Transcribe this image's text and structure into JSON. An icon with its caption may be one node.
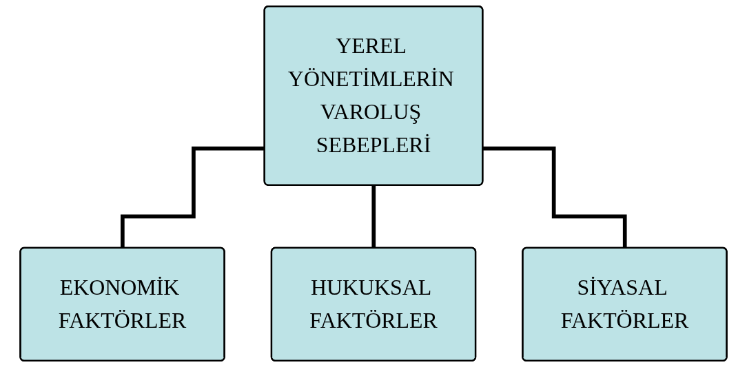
{
  "diagram": {
    "nodes": [
      {
        "text": [
          "YEREL YÖNETİMLERİN VAROLUŞ SEBEPLERİ"
        ]
      },
      {
        "text": [
          "EKONOMİK FAKTÖRLER"
        ]
      },
      {
        "text": [
          "HUKUKSAL FAKTÖRLER"
        ]
      },
      {
        "text": [
          "SİYASAL FAKTÖRLER"
        ]
      }
    ],
    "edges": [
      {
        "from": 0,
        "to": 1,
        "arrow": "none"
      },
      {
        "from": 0,
        "to": 2,
        "arrow": "none"
      },
      {
        "from": 0,
        "to": 3,
        "arrow": "none"
      }
    ]
  }
}
